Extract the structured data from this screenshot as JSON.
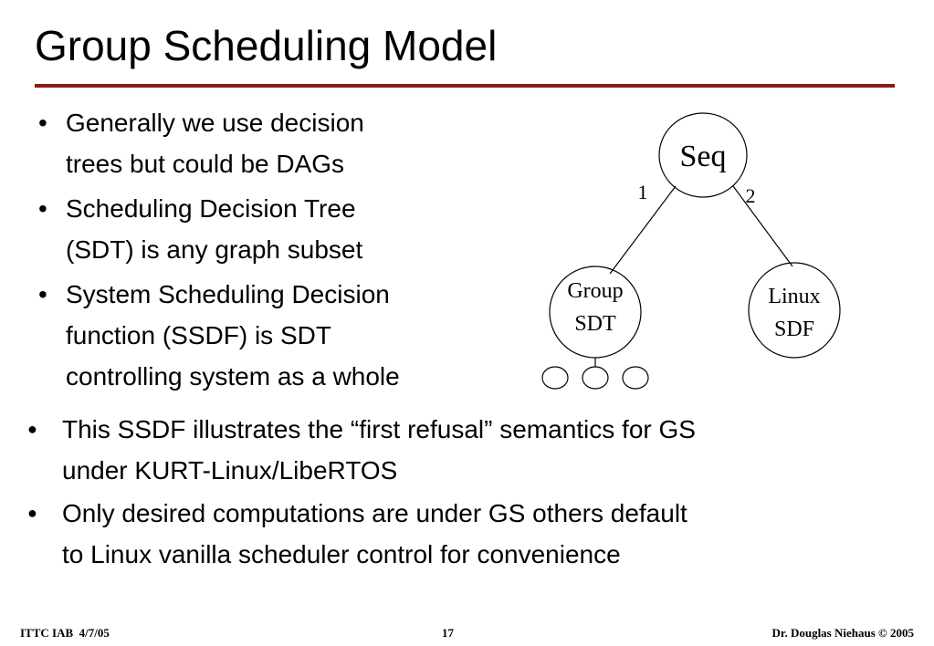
{
  "slide": {
    "title": "Group Scheduling Model"
  },
  "top_bullets": [
    {
      "line1": "Generally we use decision",
      "line2": "trees but could be DAGs"
    },
    {
      "line1": "Scheduling Decision Tree",
      "line2": "(SDT) is any graph subset"
    },
    {
      "line1": "System Scheduling Decision",
      "line2": "function (SSDF) is SDT",
      "line3": "controlling system as a whole"
    }
  ],
  "bottom_bullets": [
    {
      "line1": "This SSDF illustrates the “first refusal” semantics for GS",
      "line2": "under KURT-Linux/LibeRTOS"
    },
    {
      "line1": "Only desired computations are under GS others default",
      "line2": "to Linux vanilla scheduler control for convenience"
    }
  ],
  "diagram": {
    "root": "Seq",
    "edge_left": "1",
    "edge_right": "2",
    "left_child_line1": "Group",
    "left_child_line2": "SDT",
    "right_child_line1": "Linux",
    "right_child_line2": "SDF"
  },
  "footer": {
    "left": "ITTC IAB  4/7/05",
    "center": "17",
    "right": "Dr. Douglas Niehaus © 2005"
  },
  "colors": {
    "rule": "#8b1a1a"
  }
}
